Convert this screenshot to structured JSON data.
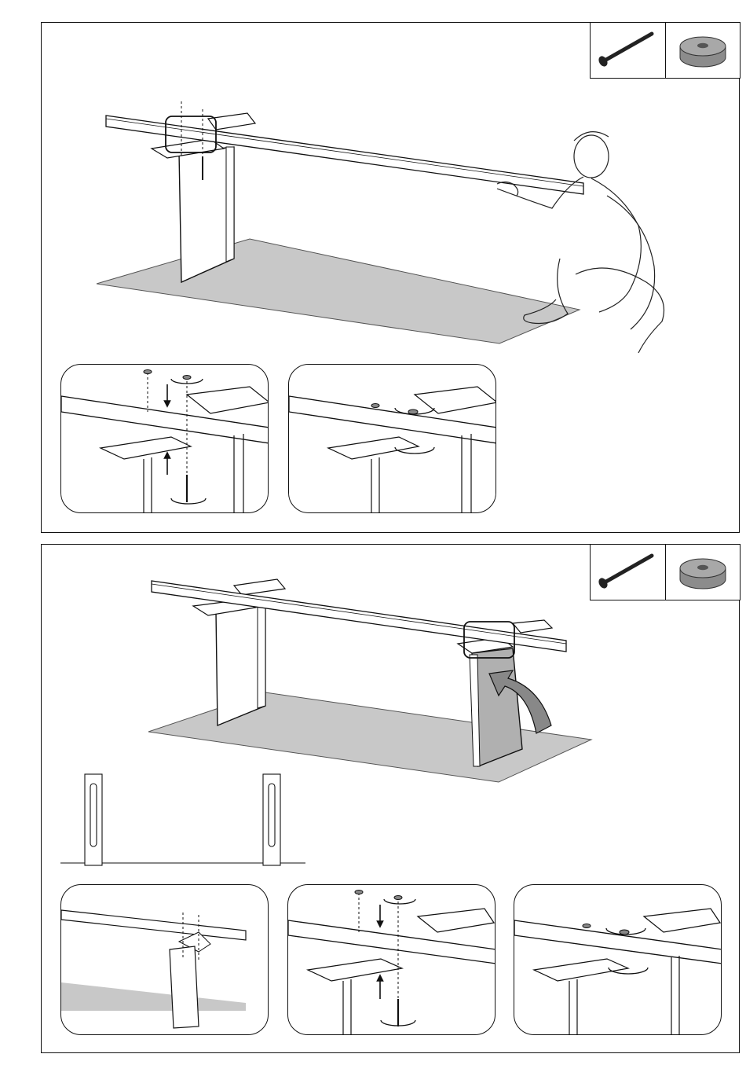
{
  "colors": {
    "line": "#111111",
    "floor": "#c8c8c8",
    "panel_fill": "#ffffff",
    "washer": "#9a9a9a",
    "leg_shade": "#b0b0b0"
  },
  "steps": [
    {
      "parts": [
        "bolt-icon",
        "washer-icon"
      ],
      "insets": [
        "insert-bolt-detail",
        "tighten-bolt-detail"
      ]
    },
    {
      "parts": [
        "bolt-icon",
        "washer-icon"
      ],
      "insets": [
        "attach-rail-detail",
        "insert-bolt-detail",
        "tighten-bolt-detail"
      ]
    }
  ]
}
